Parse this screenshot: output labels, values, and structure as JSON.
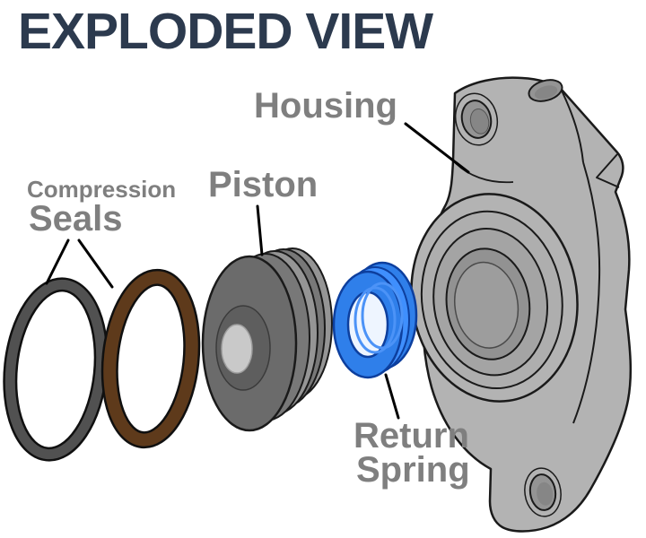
{
  "title": "EXPLODED VIEW",
  "labels": {
    "housing": "Housing",
    "piston": "Piston",
    "compression_line1": "Compression",
    "compression_line2": "Seals",
    "return_line1": "Return",
    "return_line2": "Spring"
  },
  "colors": {
    "title_navy": "#2c3a4e",
    "label_gray": "#7f7f7f",
    "seal_dark_gray": "#515151",
    "seal_brown": "#5e3a1b",
    "piston_gray": "#6b6b6b",
    "spring_blue": "#2f7fea",
    "spring_outline_blue": "#0d3f9e",
    "housing_gray": "#b3b3b3",
    "outline_black": "#1a1a1a",
    "background": "#ffffff"
  }
}
